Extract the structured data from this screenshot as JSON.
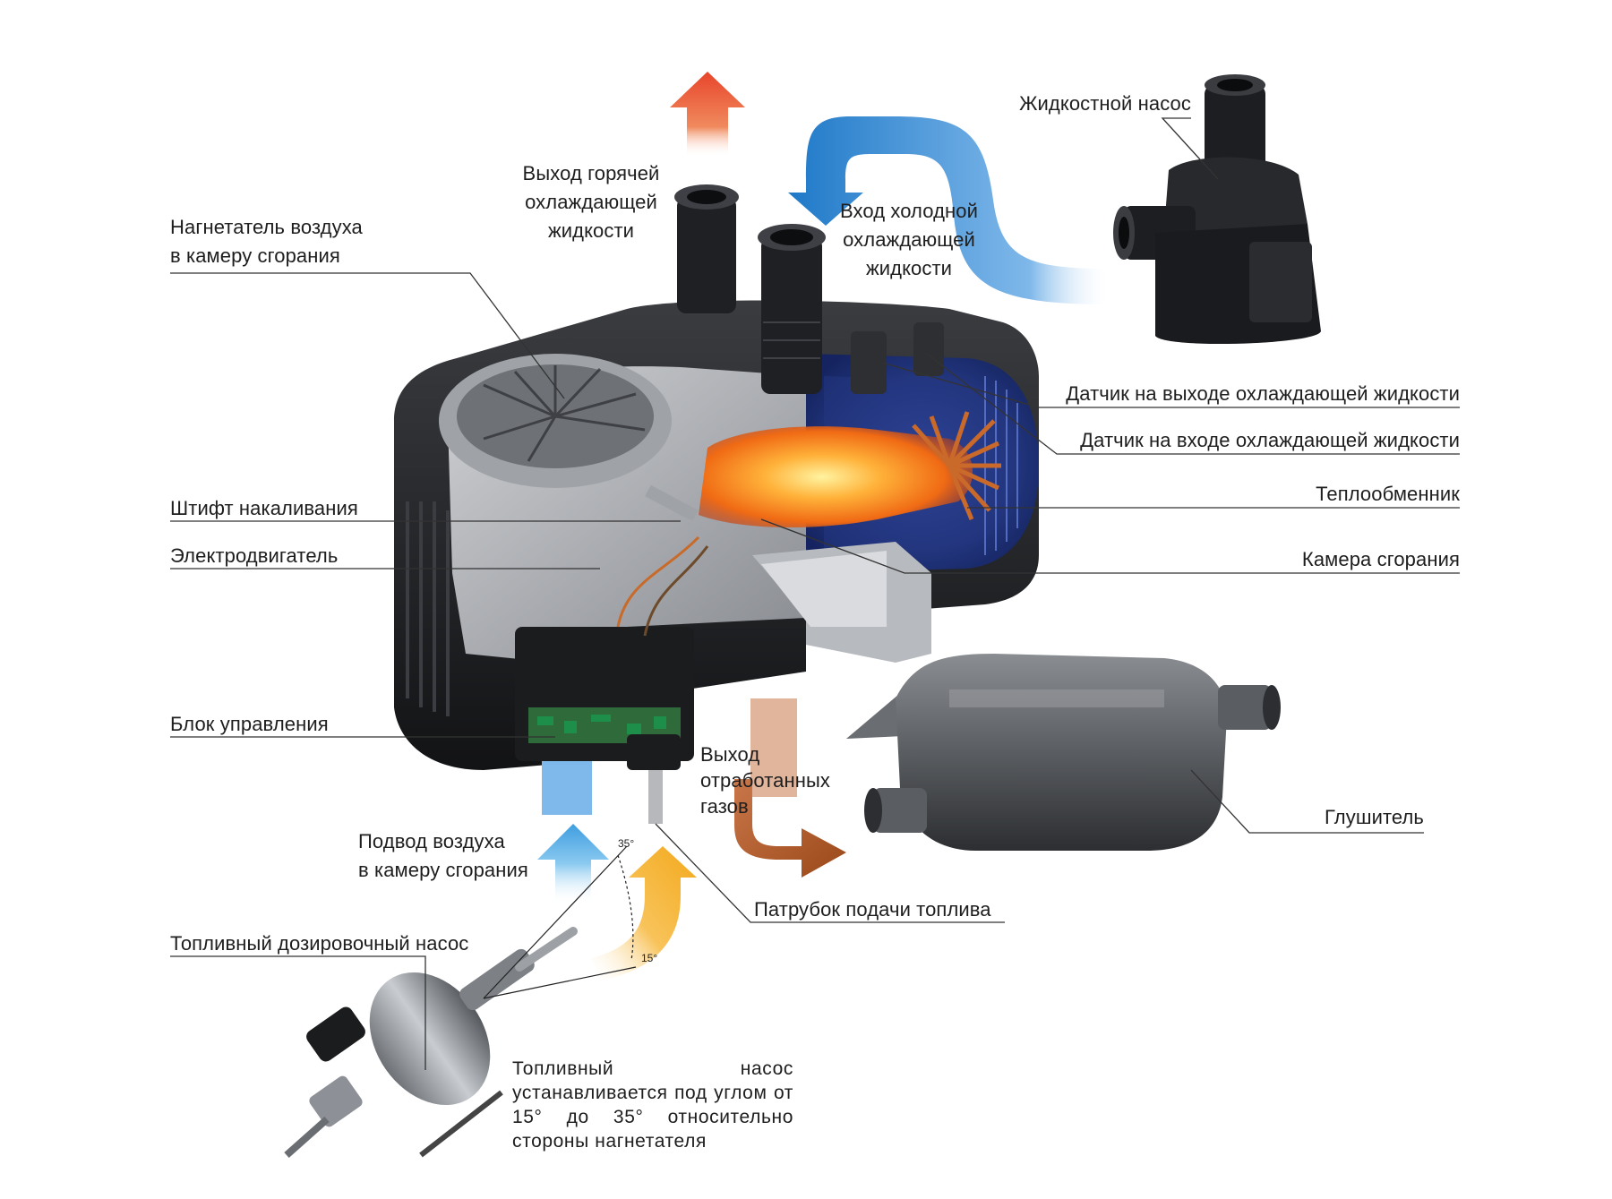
{
  "colors": {
    "hot_arrow": "#e8452a",
    "cold_arrow": "#1f79c8",
    "air_arrow": "#5fb0e6",
    "fuel_arrow": "#f3a91c",
    "exhaust_arrow": "#b05a24",
    "flame": "#ff8a1c",
    "housing": "#1e1f22",
    "heat_exchanger": "#2b3f8a"
  },
  "labels": {
    "liquid_pump": "Жидкостной насос",
    "hot_outlet": "Выход горячей\nохлаждающей\nжидкости",
    "cold_inlet": "Вход холодной\nохлаждающей\nжидкости",
    "blower": "Нагнетатель воздуха\nв камеру сгорания",
    "sensor_out": "Датчик на выходе охлаждающей жидкости",
    "sensor_in": "Датчик на входе охлаждающей жидкости",
    "heat_exchanger": "Теплообменник",
    "glow_pin": "Штифт накаливания",
    "motor": "Электродвигатель",
    "combustion_chamber": "Камера сгорания",
    "control_unit": "Блок управления",
    "exhaust_out": "Выход\nотработанных\nгазов",
    "muffler": "Глушитель",
    "air_supply": "Подвод воздуха\nв камеру сгорания",
    "fuel_nozzle": "Патрубок подачи топлива",
    "dosing_pump": "Топливный дозировочный насос",
    "angle_35": "35°",
    "angle_15": "15°"
  },
  "note": "Топливный насос устанавливается под углом от 15° до 35° относительно стороны нагнетателя"
}
